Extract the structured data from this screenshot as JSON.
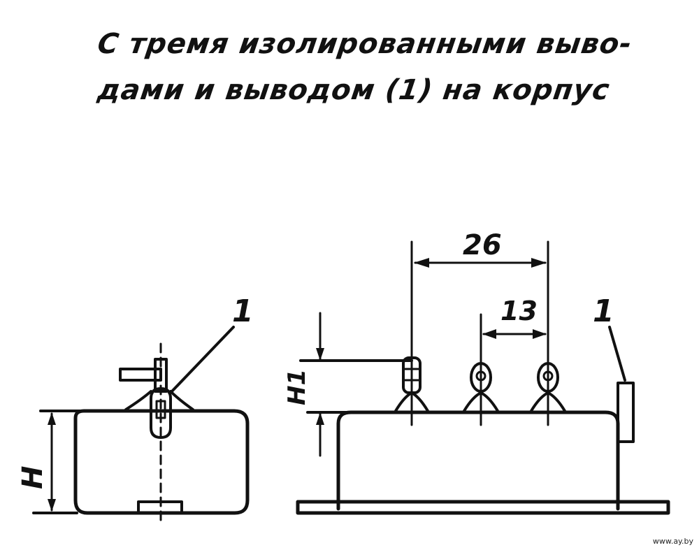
{
  "caption": {
    "line1": "С тремя изолированными выво-",
    "line2": "дами и выводом (1) на корпус"
  },
  "labels": {
    "left_lead": "1",
    "right_lead": "1",
    "height_dim": "H",
    "lead_height_dim": "H1",
    "pitch_large": "26",
    "pitch_small": "13"
  },
  "watermark": "www.ay.by",
  "colors": {
    "ink": "#111111",
    "background": "#ffffff"
  }
}
